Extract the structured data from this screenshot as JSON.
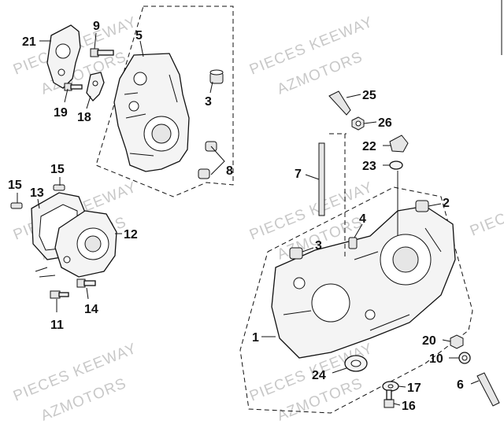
{
  "watermark": {
    "line1": "PIECES KEEWAY",
    "line2": "AZMOTORS"
  },
  "callouts": {
    "n1": "1",
    "n2": "2",
    "n3a": "3",
    "n3b": "3",
    "n4": "4",
    "n5": "5",
    "n6": "6",
    "n7": "7",
    "n8": "8",
    "n9": "9",
    "n10": "10",
    "n11": "11",
    "n12": "12",
    "n13": "13",
    "n14": "14",
    "n15a": "15",
    "n15b": "15",
    "n16": "16",
    "n17": "17",
    "n18": "18",
    "n19": "19",
    "n20": "20",
    "n21": "21",
    "n22": "22",
    "n23": "23",
    "n24": "24",
    "n25": "25",
    "n26": "26"
  },
  "colors": {
    "ink": "#111111",
    "watermark": "#c8c8c8",
    "background": "#ffffff"
  }
}
